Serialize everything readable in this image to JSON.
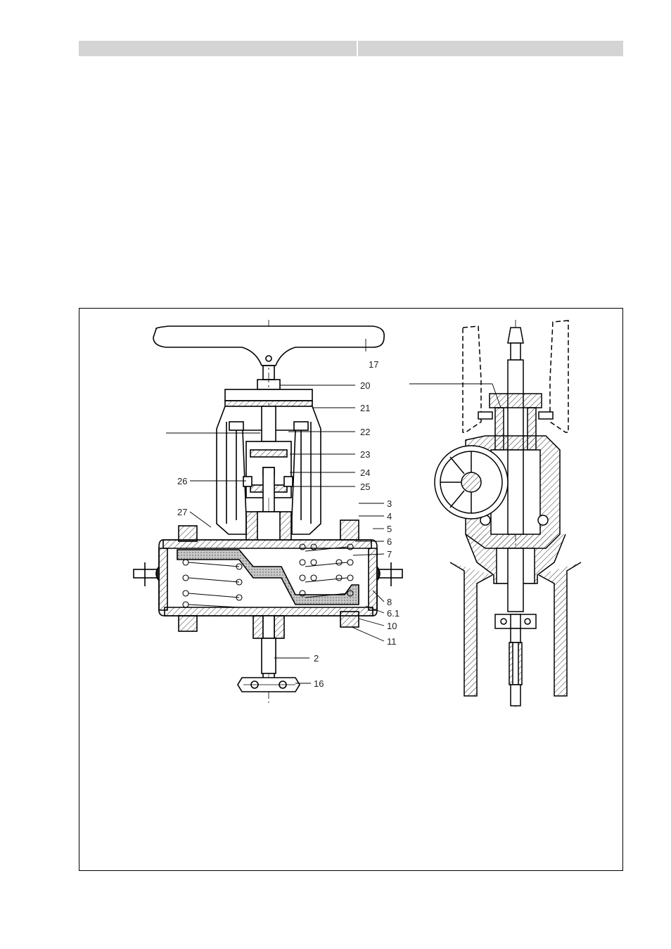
{
  "figure": {
    "callouts": {
      "c17": "17",
      "c20": "20",
      "c21": "21",
      "c22": "22",
      "c23": "23",
      "c24": "24",
      "c25": "25",
      "c26": "26",
      "c27": "27",
      "c3": "3",
      "c4": "4",
      "c5": "5",
      "c6": "6",
      "c7": "7",
      "c8": "8",
      "c61": "6.1",
      "c10": "10",
      "c11": "11",
      "c2": "2",
      "c16": "16"
    }
  }
}
